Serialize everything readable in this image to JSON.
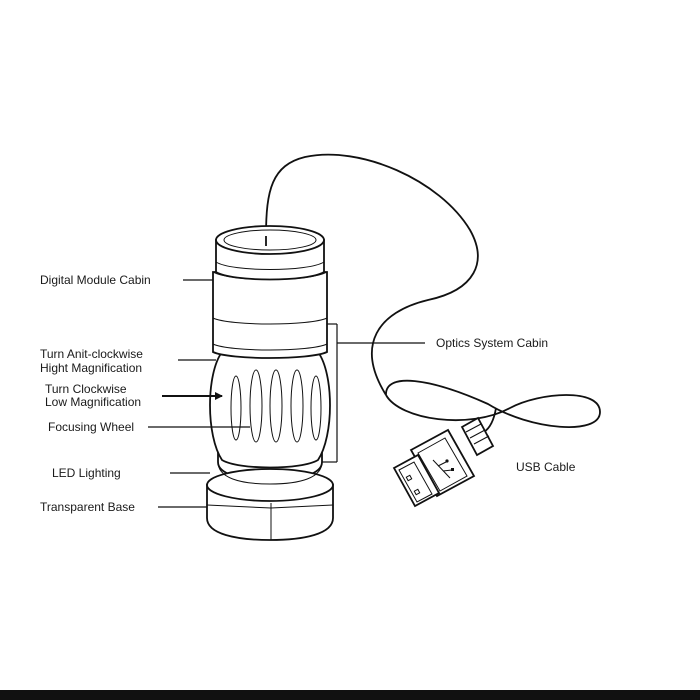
{
  "labels": {
    "digital_module_cabin": "Digital Module Cabin",
    "turn_anticlockwise_line1": "Turn Anit-clockwise",
    "turn_anticlockwise_line2": "Hight Magnification",
    "turn_clockwise_line1": "Turn Clockwise",
    "turn_clockwise_line2": "Low Magnification",
    "focusing_wheel": "Focusing Wheel",
    "led_lighting": "LED Lighting",
    "transparent_base": "Transparent Base",
    "optics_system_cabin": "Optics System Cabin",
    "usb_cable": "USB Cable"
  },
  "colors": {
    "line": "#111111",
    "background": "#ffffff"
  }
}
